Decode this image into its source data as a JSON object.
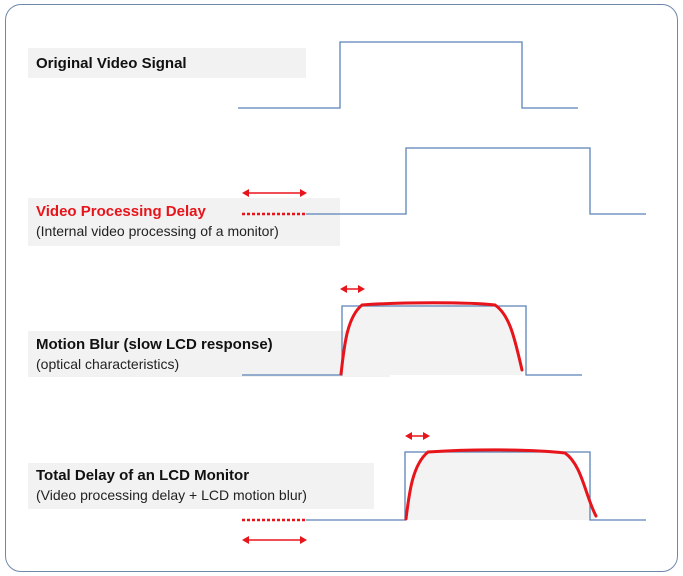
{
  "rows": [
    {
      "title": "Original Video Signal"
    },
    {
      "title": "Video Processing Delay",
      "subtitle": "(Internal video processing of a monitor)"
    },
    {
      "title": "Motion Blur (slow LCD response)",
      "subtitle": "(optical characteristics)"
    },
    {
      "title": "Total Delay of an LCD Monitor",
      "subtitle": "(Video processing delay + LCD motion blur)"
    }
  ],
  "colors": {
    "frame": "#6f88aa",
    "signal_line": "#5a82b8",
    "response_curve": "#e8141b",
    "delay_marker": "#e8141b",
    "label_background": "#f2f2f2"
  }
}
